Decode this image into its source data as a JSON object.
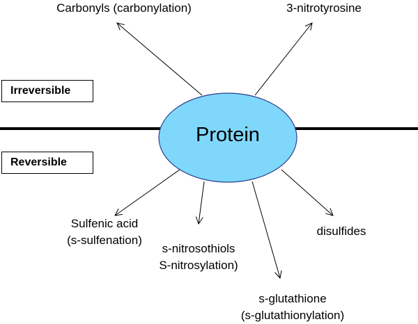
{
  "center": {
    "label": "Protein",
    "fill": "#7fd8fb",
    "stroke": "#2b3e8c"
  },
  "zones": {
    "irreversible": "Irreversible",
    "reversible": "Reversible"
  },
  "irreversible_mods": [
    {
      "line1": "Carbonyls (carbonylation)"
    },
    {
      "line1": "3-nitrotyrosine"
    }
  ],
  "reversible_mods": [
    {
      "line1": "Sulfenic acid",
      "line2": "(s-sulfenation)"
    },
    {
      "line1": "s-nitrosothiols",
      "line2": "S-nitrosylation)"
    },
    {
      "line1": "s-glutathione",
      "line2": "(s-glutathionylation)"
    },
    {
      "line1": "disulfides"
    }
  ]
}
